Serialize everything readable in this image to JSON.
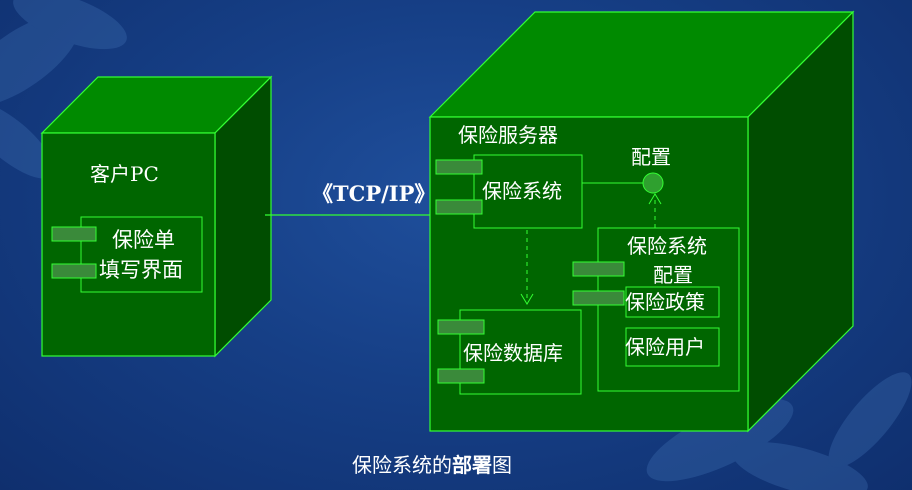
{
  "client_node": {
    "title": "客户PC",
    "component": {
      "line1": "保险单",
      "line2": "填写界面"
    }
  },
  "connection": {
    "label": "《TCP/IP》"
  },
  "server_node": {
    "title": "保险服务器",
    "insurance_system": "保险系统",
    "config_interface": "配置",
    "database": "保险数据库",
    "system_config": {
      "line1": "保险系统",
      "line2": "配置",
      "policy": "保险政策",
      "users": "保险用户"
    }
  },
  "caption": {
    "prefix": "保险系统的",
    "bold": "部署",
    "suffix": "图"
  },
  "colors": {
    "background": "#163f86",
    "node_face": "#006600",
    "node_top": "#008a00",
    "node_side": "#004d00",
    "node_stroke": "#33ff33",
    "component_tab": "#3a8a3a"
  }
}
